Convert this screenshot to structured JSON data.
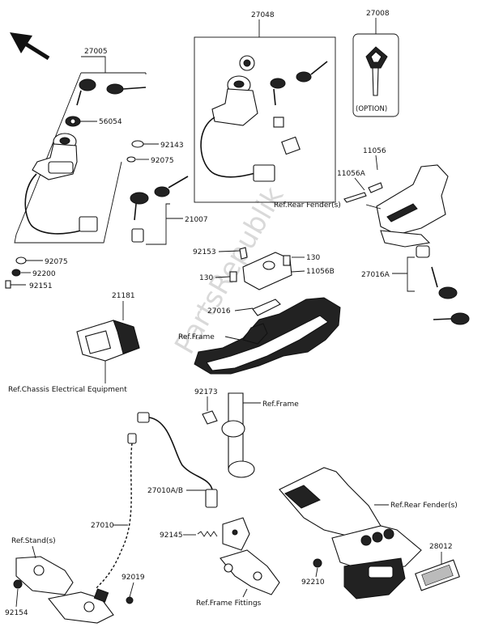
{
  "watermark": "PartsRepublik",
  "callouts": {
    "c27005": "27005",
    "c56054": "56054",
    "c92143": "92143",
    "c92075a": "92075",
    "c92075b": "92075",
    "c92200": "92200",
    "c92151": "92151",
    "c27048": "27048",
    "c27008": "27008",
    "c_option": "(OPTION)",
    "c21007": "21007",
    "c11056": "11056",
    "c11056a": "11056A",
    "c_ref_rear1": "Ref.Rear Fender(s)",
    "c92153": "92153",
    "c130a": "130",
    "c130b": "130",
    "c11056b": "11056B",
    "c27016a": "27016A",
    "c27016": "27016",
    "c_ref_frame1": "Ref.Frame",
    "c21181": "21181",
    "c_ref_chassis": "Ref.Chassis Electrical Equipment",
    "c92173": "92173",
    "c_ref_frame2": "Ref.Frame",
    "c27010ab": "27010A/B",
    "c27010": "27010",
    "c_ref_stand": "Ref.Stand(s)",
    "c92145": "92145",
    "c_ref_rear2": "Ref.Rear Fender(s)",
    "c28012": "28012",
    "c92019": "92019",
    "c92210": "92210",
    "c92154": "92154",
    "c_ref_fittings": "Ref.Frame Fittings"
  }
}
